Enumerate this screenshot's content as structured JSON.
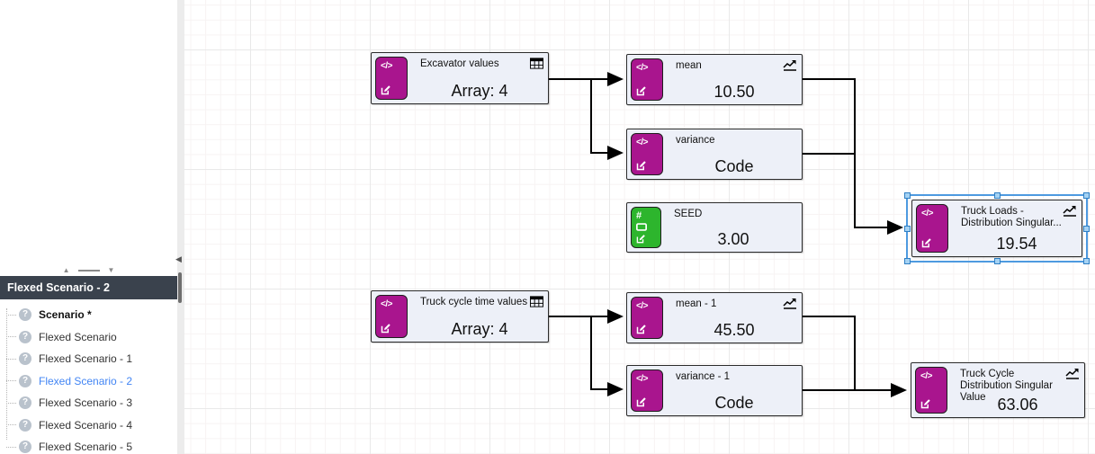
{
  "sidebar": {
    "header": "Flexed Scenario - 2",
    "items": [
      {
        "label": "Scenario *",
        "bold": true,
        "selected": false
      },
      {
        "label": "Flexed Scenario",
        "bold": false,
        "selected": false
      },
      {
        "label": "Flexed Scenario - 1",
        "bold": false,
        "selected": false
      },
      {
        "label": "Flexed Scenario - 2",
        "bold": false,
        "selected": true
      },
      {
        "label": "Flexed Scenario - 3",
        "bold": false,
        "selected": false
      },
      {
        "label": "Flexed Scenario - 4",
        "bold": false,
        "selected": false
      },
      {
        "label": "Flexed Scenario - 5",
        "bold": false,
        "selected": false
      }
    ]
  },
  "canvas": {
    "nodes": [
      {
        "title": "Excavator values",
        "value": "Array:  4",
        "badge": "table-icon",
        "icon": "code-edit"
      },
      {
        "title": "mean",
        "value": "10.50",
        "badge": "chart-icon",
        "icon": "code-edit"
      },
      {
        "title": "variance",
        "value": "Code",
        "badge": "none",
        "icon": "code-edit"
      },
      {
        "title": "SEED",
        "value": "3.00",
        "badge": "none",
        "icon": "hash-display-edit"
      },
      {
        "title": "Truck Loads - Distribution Singular...",
        "value": "19.54",
        "badge": "chart-icon",
        "icon": "code-edit",
        "selected": true
      },
      {
        "title": "Truck cycle time values",
        "value": "Array:  4",
        "badge": "table-icon",
        "icon": "code-edit"
      },
      {
        "title": "mean - 1",
        "value": "45.50",
        "badge": "chart-icon",
        "icon": "code-edit"
      },
      {
        "title": "variance - 1",
        "value": "Code",
        "badge": "none",
        "icon": "code-edit"
      },
      {
        "title": "Truck Cycle Distribution Singular Value",
        "value": "63.06",
        "badge": "chart-icon",
        "icon": "code-edit"
      }
    ]
  },
  "icons": {
    "code_glyph": "</>"
  },
  "colors": {
    "node_magenta": "#a9158e",
    "node_green": "#2db52d",
    "node_fill": "#edf0f8",
    "sidebar_header_bg": "#3a424d",
    "selected_item_text": "#4285f4",
    "selection_outline": "#4e9ae0",
    "selection_handle": "#a5d2f3"
  }
}
